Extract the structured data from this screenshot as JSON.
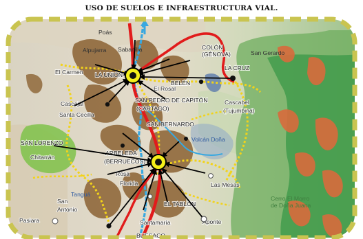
{
  "title": "USO DE SUELOS E INFRAESTRUCTURA VIAL.",
  "places": {
    "poas": "Poás",
    "sabanilla": "Sabanilla",
    "colon_genova": "COLÓN\n(GÉNOVA)",
    "san_gerardo": "San Gerardo",
    "alpujarra": "Alpujarra",
    "el_carmen": "El Carmen",
    "la_union": "LA UNIÓN",
    "la_cruz": "LA CRUZ",
    "belen": "BELÉN",
    "el_rosal": "El Rosal",
    "san_pedro": "SAN PEDRO DE CAPITÓN",
    "cartago": "(CARTAGO)",
    "cascajal": "Cascajal",
    "santa_cecilia": "Santa Cecilia",
    "cascabel": "Cascabel",
    "tujumbina": "(Tujumbina)",
    "san_bernardo": "SAN BERNARDO",
    "san_lorenzo": "SAN LORENZO",
    "volcan": "Volcán Doña",
    "arbeleda": "ARBELEDA",
    "berruecos": "(BERRUECOS)",
    "rosa": "Rosa",
    "florida": "Florida",
    "las_mesas": "Las Mesas",
    "san_antonio_1": "San",
    "san_antonio_2": "Antonio",
    "pasiara": "Pasiara",
    "santamaria": "Santamaría",
    "aponte": "Aponte",
    "tablon": "EL TABLÓN",
    "tangua": "Tanguá",
    "cerro": "Cerro El Morro\nde Doña Juana",
    "buesaco": "BUESACO",
    "chitarran": "Chitarrán"
  },
  "colors": {
    "frame_border": "#c9c450",
    "road_primary": "#e11b1b",
    "road_secondary": "#f2d31a",
    "river": "#39a8e0",
    "settlement_fill": "#8b6132",
    "hub_fill": "#f5ef1a",
    "arrow": "#000000",
    "forest": "#3e9a4a",
    "reserve": "#d86a3c"
  }
}
